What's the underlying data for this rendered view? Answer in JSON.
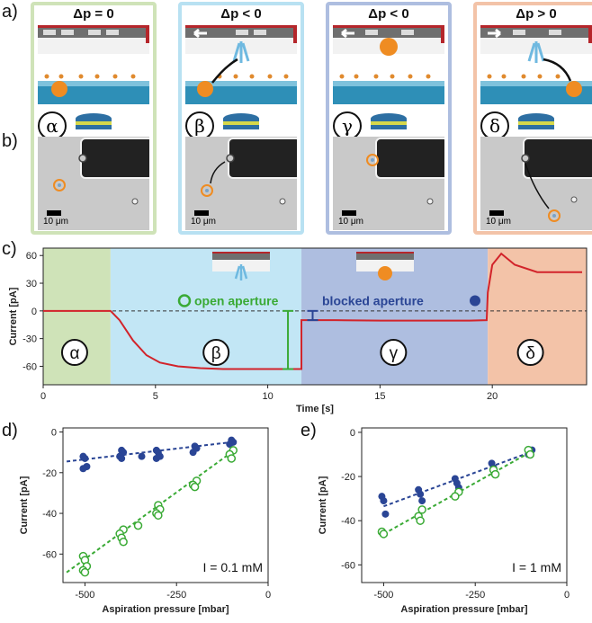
{
  "labels": {
    "a": "a)",
    "b": "b)",
    "c": "c)",
    "d": "d)",
    "e": "e)"
  },
  "panels": [
    {
      "title": "Δp = 0",
      "greek": "α",
      "scale": "10 μm",
      "color": "#cfe3b8"
    },
    {
      "title": "Δp < 0",
      "greek": "β",
      "scale": "10 μm",
      "color": "#b8e1f2"
    },
    {
      "title": "Δp < 0",
      "greek": "γ",
      "scale": "10 μm",
      "color": "#aebee0"
    },
    {
      "title": "Δp > 0",
      "greek": "δ",
      "scale": "10 μm",
      "color": "#f3c3a8"
    }
  ],
  "trace": {
    "ylabel": "Current [pA]",
    "xlabel": "Time [s]",
    "x_ticks": [
      "0",
      "5",
      "10",
      "15",
      "20"
    ],
    "y_ticks": [
      "60",
      "30",
      "0",
      "-30",
      "-60"
    ],
    "open_label": "open aperture",
    "blocked_label": "blocked aperture",
    "phases": [
      "α",
      "β",
      "γ",
      "δ"
    ]
  },
  "chart_data": [
    {
      "type": "line",
      "title": "",
      "xlabel": "Time [s]",
      "ylabel": "Current [pA]",
      "xlim": [
        0,
        24.2
      ],
      "ylim": [
        -80,
        68
      ],
      "phase_boundaries": [
        3.0,
        11.5,
        19.8
      ],
      "series": [
        {
          "x": [
            0,
            3.0,
            3.4,
            4.0,
            4.6,
            5.2,
            6.0,
            7.0,
            8.0,
            9.0,
            10.0,
            11.0,
            11.5,
            11.5,
            13.0,
            15.0,
            17.0,
            19.0,
            19.75,
            19.8,
            20.0,
            20.4,
            21.0,
            22.0,
            23.0,
            24.0
          ],
          "y": [
            0,
            0,
            -10,
            -32,
            -48,
            -56,
            -60,
            -62,
            -63,
            -63,
            -63,
            -63,
            -63,
            -10,
            -10,
            -10.5,
            -10.5,
            -10.5,
            -10,
            20,
            50,
            62,
            50,
            42,
            42,
            42
          ]
        }
      ]
    },
    {
      "type": "scatter",
      "xlabel": "Aspiration pressure [mbar]",
      "ylabel": "Current [pA]",
      "annotation": "I = 0.1 mM",
      "xlim": [
        -560,
        0
      ],
      "ylim": [
        -74,
        2
      ],
      "x_ticks": [
        "-500",
        "-250",
        "0"
      ],
      "y_ticks": [
        "0",
        "-20",
        "-40",
        "-60"
      ],
      "series": [
        {
          "style": "blocked",
          "x": [
            -500,
            -500,
            -500,
            -500,
            -400,
            -400,
            -400,
            -400,
            -350,
            -300,
            -300,
            -300,
            -300,
            -200,
            -200,
            -200,
            -100,
            -100,
            -100
          ],
          "y": [
            -12,
            -13,
            -17,
            -18,
            -9,
            -10,
            -12,
            -13,
            -12,
            -9,
            -10,
            -12,
            -13,
            -7,
            -8,
            -10,
            -4,
            -5,
            -6
          ]
        },
        {
          "style": "open",
          "x": [
            -500,
            -500,
            -500,
            -500,
            -500,
            -400,
            -400,
            -400,
            -400,
            -350,
            -300,
            -300,
            -300,
            -300,
            -200,
            -200,
            -200,
            -100,
            -100,
            -100
          ],
          "y": [
            -61,
            -63,
            -66,
            -68,
            -69,
            -48,
            -50,
            -52,
            -54,
            -46,
            -36,
            -38,
            -40,
            -41,
            -24,
            -26,
            -27,
            -9,
            -11,
            -13
          ]
        }
      ],
      "fits": [
        {
          "style": "blocked",
          "x": [
            -550,
            -100
          ],
          "y": [
            -14.5,
            -5
          ]
        },
        {
          "style": "open",
          "x": [
            -550,
            -100
          ],
          "y": [
            -69,
            -10
          ]
        }
      ]
    },
    {
      "type": "scatter",
      "xlabel": "Aspiration pressure [mbar]",
      "ylabel": "Current [pA]",
      "annotation": "I = 1 mM",
      "xlim": [
        -560,
        0
      ],
      "ylim": [
        -68,
        2
      ],
      "x_ticks": [
        "-500",
        "-250",
        "0"
      ],
      "y_ticks": [
        "0",
        "-20",
        "-40",
        "-60"
      ],
      "series": [
        {
          "style": "blocked",
          "x": [
            -500,
            -500,
            -500,
            -400,
            -400,
            -400,
            -300,
            -300,
            -300,
            -200,
            -200,
            -100,
            -100
          ],
          "y": [
            -29,
            -31,
            -37,
            -26,
            -28,
            -31,
            -21,
            -23,
            -25,
            -14,
            -16,
            -8,
            -10
          ]
        },
        {
          "style": "open",
          "x": [
            -500,
            -500,
            -400,
            -400,
            -400,
            -300,
            -300,
            -200,
            -200,
            -100,
            -100
          ],
          "y": [
            -45,
            -46,
            -35,
            -38,
            -40,
            -27,
            -29,
            -17,
            -19,
            -8,
            -10
          ]
        }
      ],
      "fits": [
        {
          "style": "blocked",
          "x": [
            -500,
            -100
          ],
          "y": [
            -33.5,
            -9
          ]
        },
        {
          "style": "open",
          "x": [
            -500,
            -100
          ],
          "y": [
            -46,
            -9
          ]
        }
      ]
    }
  ],
  "colors": {
    "trace": "#d2232a",
    "blocked": "#2a4595",
    "open": "#3aaa35",
    "alpha_bg": "#cfe3b8",
    "beta_bg": "#c2e6f5",
    "gamma_bg": "#aebee0",
    "delta_bg": "#f3c3a8"
  }
}
